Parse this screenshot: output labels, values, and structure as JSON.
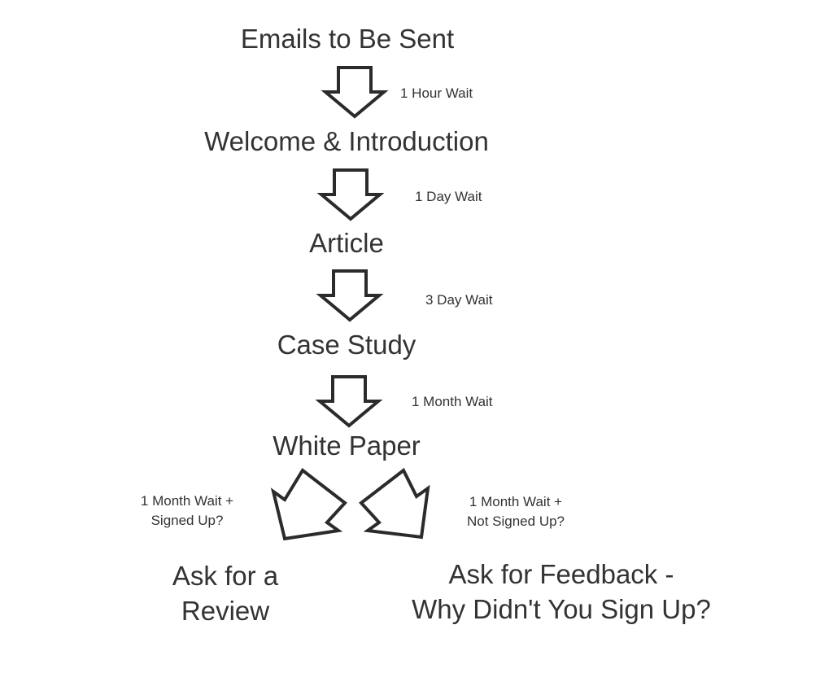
{
  "diagram": {
    "title": "Emails to Be Sent",
    "steps": [
      {
        "label": "Welcome & Introduction",
        "wait": "1 Hour Wait"
      },
      {
        "label": "Article",
        "wait": "1 Day Wait"
      },
      {
        "label": "Case Study",
        "wait": "3 Day Wait"
      },
      {
        "label": "White Paper",
        "wait": "1 Month Wait"
      }
    ],
    "branches": [
      {
        "condition_line1": "1 Month Wait +",
        "condition_line2": "Signed Up?",
        "outcome_line1": "Ask for a",
        "outcome_line2": "Review"
      },
      {
        "condition_line1": "1 Month Wait +",
        "condition_line2": "Not Signed Up?",
        "outcome_line1": "Ask for Feedback -",
        "outcome_line2": "Why Didn't You Sign Up?"
      }
    ],
    "colors": {
      "text": "#333333",
      "arrow_stroke": "#2b2b2b",
      "background": "#ffffff"
    }
  }
}
